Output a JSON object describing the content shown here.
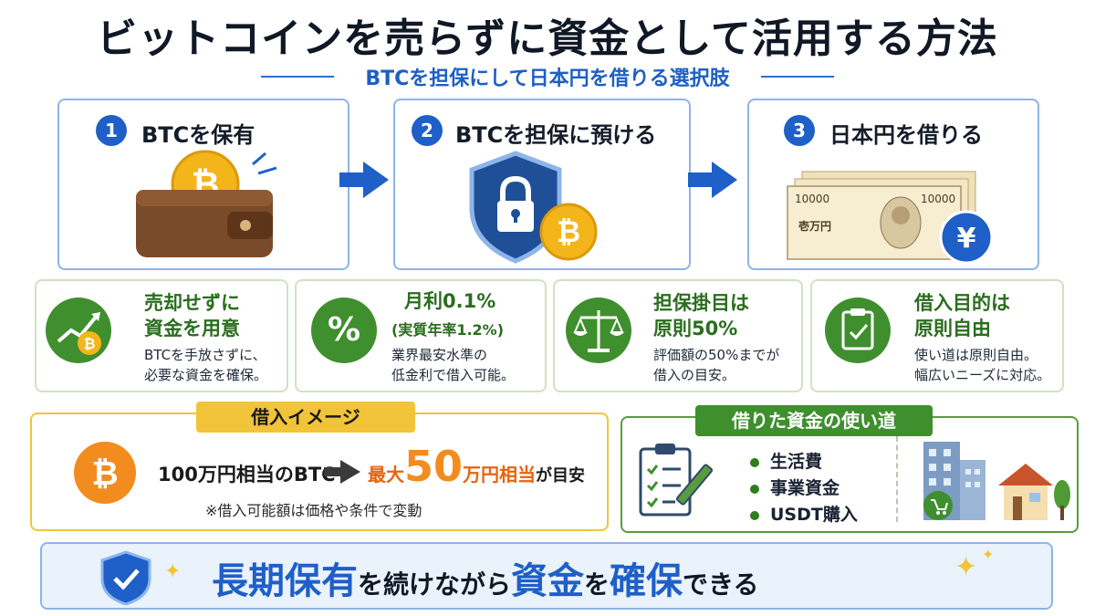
{
  "title": "ビットコインを売らずに資金として活用する方法",
  "subtitle": "BTCを担保にして日本円を借りる選択肢",
  "steps": [
    {
      "num": "1",
      "label": "BTCを保有"
    },
    {
      "num": "2",
      "label": "BTCを担保に預ける"
    },
    {
      "num": "3",
      "label": "日本円を借りる"
    }
  ],
  "banknote": {
    "amount_left": "10000",
    "amount_right": "10000",
    "text": "壱万円",
    "yen": "¥"
  },
  "coin_symbol": "₿",
  "features": [
    {
      "title1": "売却せずに",
      "title2": "資金を用意",
      "sub": "",
      "desc1": "BTCを手放さずに、",
      "desc2": "必要な資金を確保。"
    },
    {
      "title1": "月利0.1%",
      "title2": "",
      "sub": "(実質年率1.2%)",
      "desc1": "業界最安水準の",
      "desc2": "低金利で借入可能。"
    },
    {
      "title1": "担保掛目は",
      "title2": "原則50%",
      "sub": "",
      "desc1": "評価額の50%までが",
      "desc2": "借入の目安。"
    },
    {
      "title1": "借入目的は",
      "title2": "原則自由",
      "sub": "",
      "desc1": "使い道は原則自由。",
      "desc2": "幅広いニーズに対応。"
    }
  ],
  "feature_icons": {
    "percent": "%"
  },
  "loan_image": {
    "tag": "借入イメージ",
    "from": "100万円相当のBTC",
    "max_prefix": "最大",
    "max_number": "50",
    "max_unit": "万円相当",
    "max_suffix": "が目安",
    "note": "※借入可能額は価格や条件で変動"
  },
  "uses": {
    "tag": "借りた資金の使い道",
    "items": [
      "生活費",
      "事業資金",
      "USDT購入"
    ]
  },
  "banner": {
    "part1": "長期保有",
    "part2": "を続けながら",
    "part3": "資金",
    "part4": "を",
    "part5": "確保",
    "part6": "できる"
  },
  "colors": {
    "blue": "#1e5fc8",
    "green": "#3f8f2e",
    "gold": "#f1c43a",
    "orange": "#f28c1e"
  }
}
